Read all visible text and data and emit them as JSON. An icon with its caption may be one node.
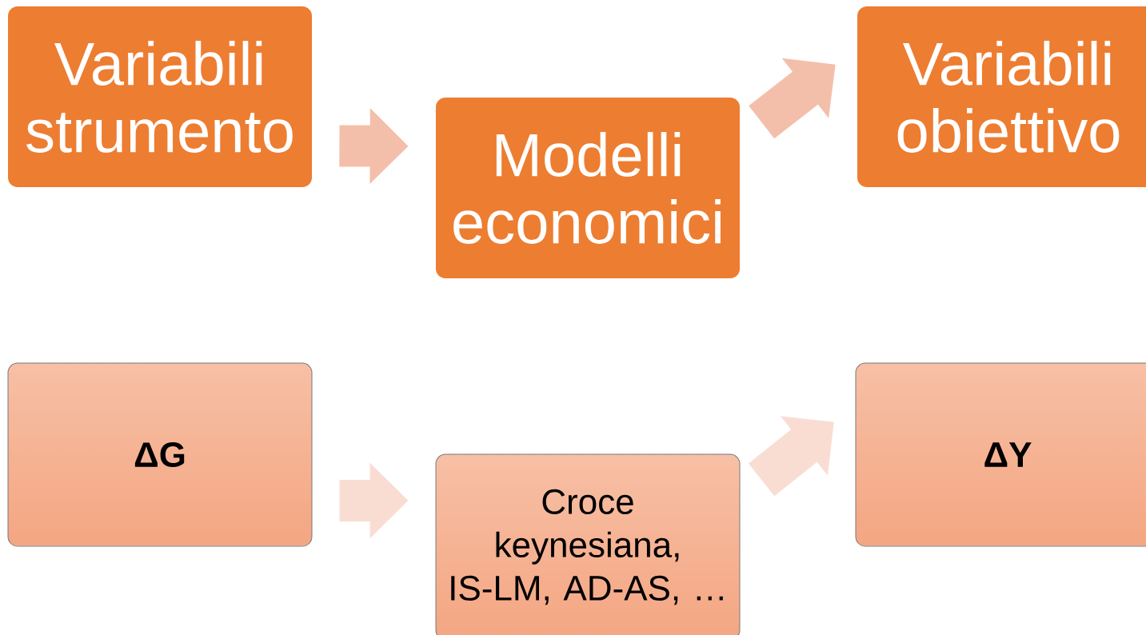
{
  "diagram": {
    "nodes": [
      {
        "text": [
          "Variabili strumento"
        ]
      },
      {
        "text": [
          "Modelli economici"
        ]
      },
      {
        "text": [
          "Variabili obiettivo"
        ]
      },
      {
        "text": [
          "ΔG"
        ]
      },
      {
        "text": [
          "Croce keynesiana, IS-LM, AD-AS, …"
        ]
      },
      {
        "text": [
          "ΔY"
        ]
      }
    ],
    "edges": [
      {
        "from": 0,
        "to": 1,
        "arrow": "to",
        "color": "#f4bfaa"
      },
      {
        "from": 1,
        "to": 2,
        "arrow": "to",
        "color": "#f4bfaa"
      },
      {
        "from": 3,
        "to": 4,
        "arrow": "to",
        "color": "#f9ddd3"
      },
      {
        "from": 4,
        "to": 5,
        "arrow": "to",
        "color": "#f9ddd3"
      }
    ]
  }
}
